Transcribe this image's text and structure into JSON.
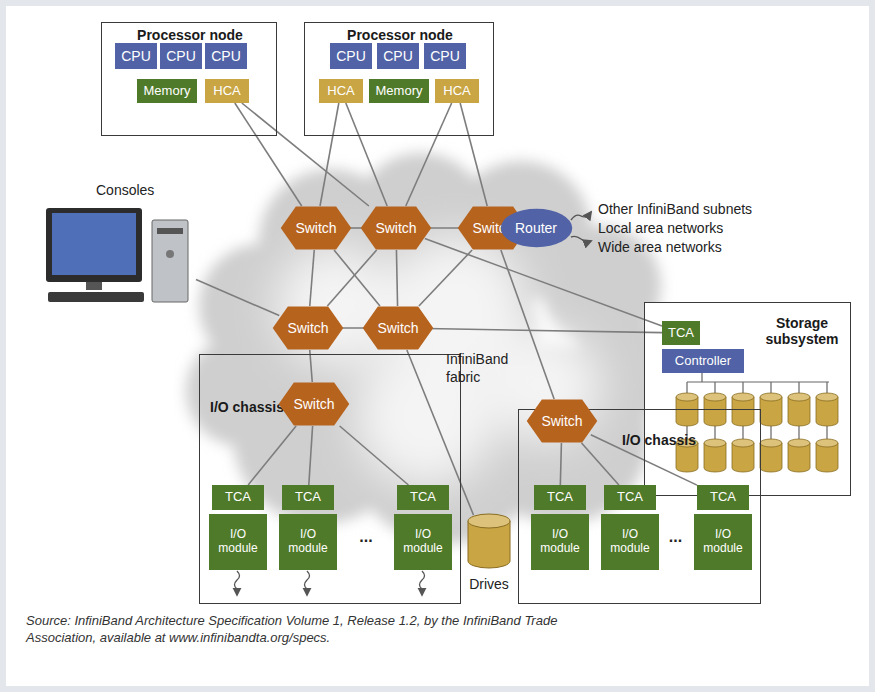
{
  "diagram": {
    "caption": "Source: InfiniBand Architecture Specification Volume 1, Release 1.2, by the InfiniBand Trade Association, available at www.infinibandta.org/specs.",
    "nodes": [
      {
        "text": [
          "Processor node"
        ]
      },
      {
        "text": [
          "CPU"
        ],
        "in": 0
      },
      {
        "text": [
          "CPU"
        ],
        "in": 0
      },
      {
        "text": [
          "CPU"
        ],
        "in": 0
      },
      {
        "text": [
          "Memory"
        ],
        "in": 0
      },
      {
        "text": [
          "HCA"
        ],
        "in": 0
      },
      {
        "text": [
          "Processor node"
        ]
      },
      {
        "text": [
          "CPU"
        ],
        "in": 6
      },
      {
        "text": [
          "CPU"
        ],
        "in": 6
      },
      {
        "text": [
          "CPU"
        ],
        "in": 6
      },
      {
        "text": [
          "HCA"
        ],
        "in": 6
      },
      {
        "text": [
          "Memory"
        ],
        "in": 6
      },
      {
        "text": [
          "HCA"
        ],
        "in": 6
      },
      {
        "text": [
          "Switch"
        ]
      },
      {
        "text": [
          "Switch"
        ]
      },
      {
        "text": [
          "Switch"
        ]
      },
      {
        "text": [
          "Router"
        ]
      },
      {
        "text": [
          "Consoles"
        ]
      },
      {
        "text": [
          "Switch"
        ]
      },
      {
        "text": [
          "Switch"
        ]
      },
      {
        "text": [
          "Storage subsystem"
        ]
      },
      {
        "text": [
          "TCA"
        ],
        "in": 20
      },
      {
        "text": [
          "Controller"
        ],
        "in": 20
      },
      {
        "text": [
          "I/O chassis"
        ]
      },
      {
        "text": [
          "Switch"
        ],
        "in": 23
      },
      {
        "text": [
          "TCA"
        ],
        "in": 23
      },
      {
        "text": [
          "TCA"
        ],
        "in": 23
      },
      {
        "text": [
          "TCA"
        ],
        "in": 23
      },
      {
        "text": [
          "I/O module"
        ],
        "in": 23
      },
      {
        "text": [
          "I/O module"
        ],
        "in": 23
      },
      {
        "text": [
          "I/O module"
        ],
        "in": 23
      },
      {
        "text": [
          "Drives"
        ]
      },
      {
        "text": [
          "I/O chassis"
        ]
      },
      {
        "text": [
          "Switch"
        ],
        "in": 32
      },
      {
        "text": [
          "TCA"
        ],
        "in": 32
      },
      {
        "text": [
          "TCA"
        ],
        "in": 32
      },
      {
        "text": [
          "TCA"
        ],
        "in": 32
      },
      {
        "text": [
          "I/O module"
        ],
        "in": 32
      },
      {
        "text": [
          "I/O module"
        ],
        "in": 32
      },
      {
        "text": [
          "I/O module"
        ],
        "in": 32
      }
    ],
    "edges": [
      {
        "from": 5,
        "to": 13,
        "arrow": "none"
      },
      {
        "from": 5,
        "to": 14,
        "arrow": "none"
      },
      {
        "from": 10,
        "to": 13,
        "arrow": "none"
      },
      {
        "from": 10,
        "to": 14,
        "arrow": "none"
      },
      {
        "from": 12,
        "to": 14,
        "arrow": "none"
      },
      {
        "from": 12,
        "to": 15,
        "arrow": "none"
      },
      {
        "from": 13,
        "to": 14,
        "arrow": "none"
      },
      {
        "from": 14,
        "to": 15,
        "arrow": "none"
      },
      {
        "from": 15,
        "to": 16,
        "arrow": "none"
      },
      {
        "from": 13,
        "to": 18,
        "arrow": "none"
      },
      {
        "from": 13,
        "to": 19,
        "arrow": "none"
      },
      {
        "from": 14,
        "to": 18,
        "arrow": "none"
      },
      {
        "from": 14,
        "to": 19,
        "arrow": "none"
      },
      {
        "from": 15,
        "to": 19,
        "arrow": "none"
      },
      {
        "from": 14,
        "to": 21,
        "arrow": "none"
      },
      {
        "from": 18,
        "to": 19,
        "arrow": "none"
      },
      {
        "from": 17,
        "to": 18,
        "arrow": "none"
      },
      {
        "from": 18,
        "to": 24,
        "arrow": "none"
      },
      {
        "from": 19,
        "to": 31,
        "arrow": "none"
      },
      {
        "from": 19,
        "to": 21,
        "arrow": "none"
      },
      {
        "from": 15,
        "to": 33,
        "arrow": "none"
      },
      {
        "from": 24,
        "to": 25,
        "arrow": "none"
      },
      {
        "from": 24,
        "to": 26,
        "arrow": "none"
      },
      {
        "from": 24,
        "to": 27,
        "arrow": "none"
      },
      {
        "from": 33,
        "to": 34,
        "arrow": "none"
      },
      {
        "from": 33,
        "to": 35,
        "arrow": "none"
      },
      {
        "from": 33,
        "to": 36,
        "arrow": "none"
      }
    ],
    "labels": [
      "InfiniBand fabric",
      "...",
      "...",
      "Other InfiniBand subnets",
      "Local area networks",
      "Wide area networks"
    ]
  }
}
